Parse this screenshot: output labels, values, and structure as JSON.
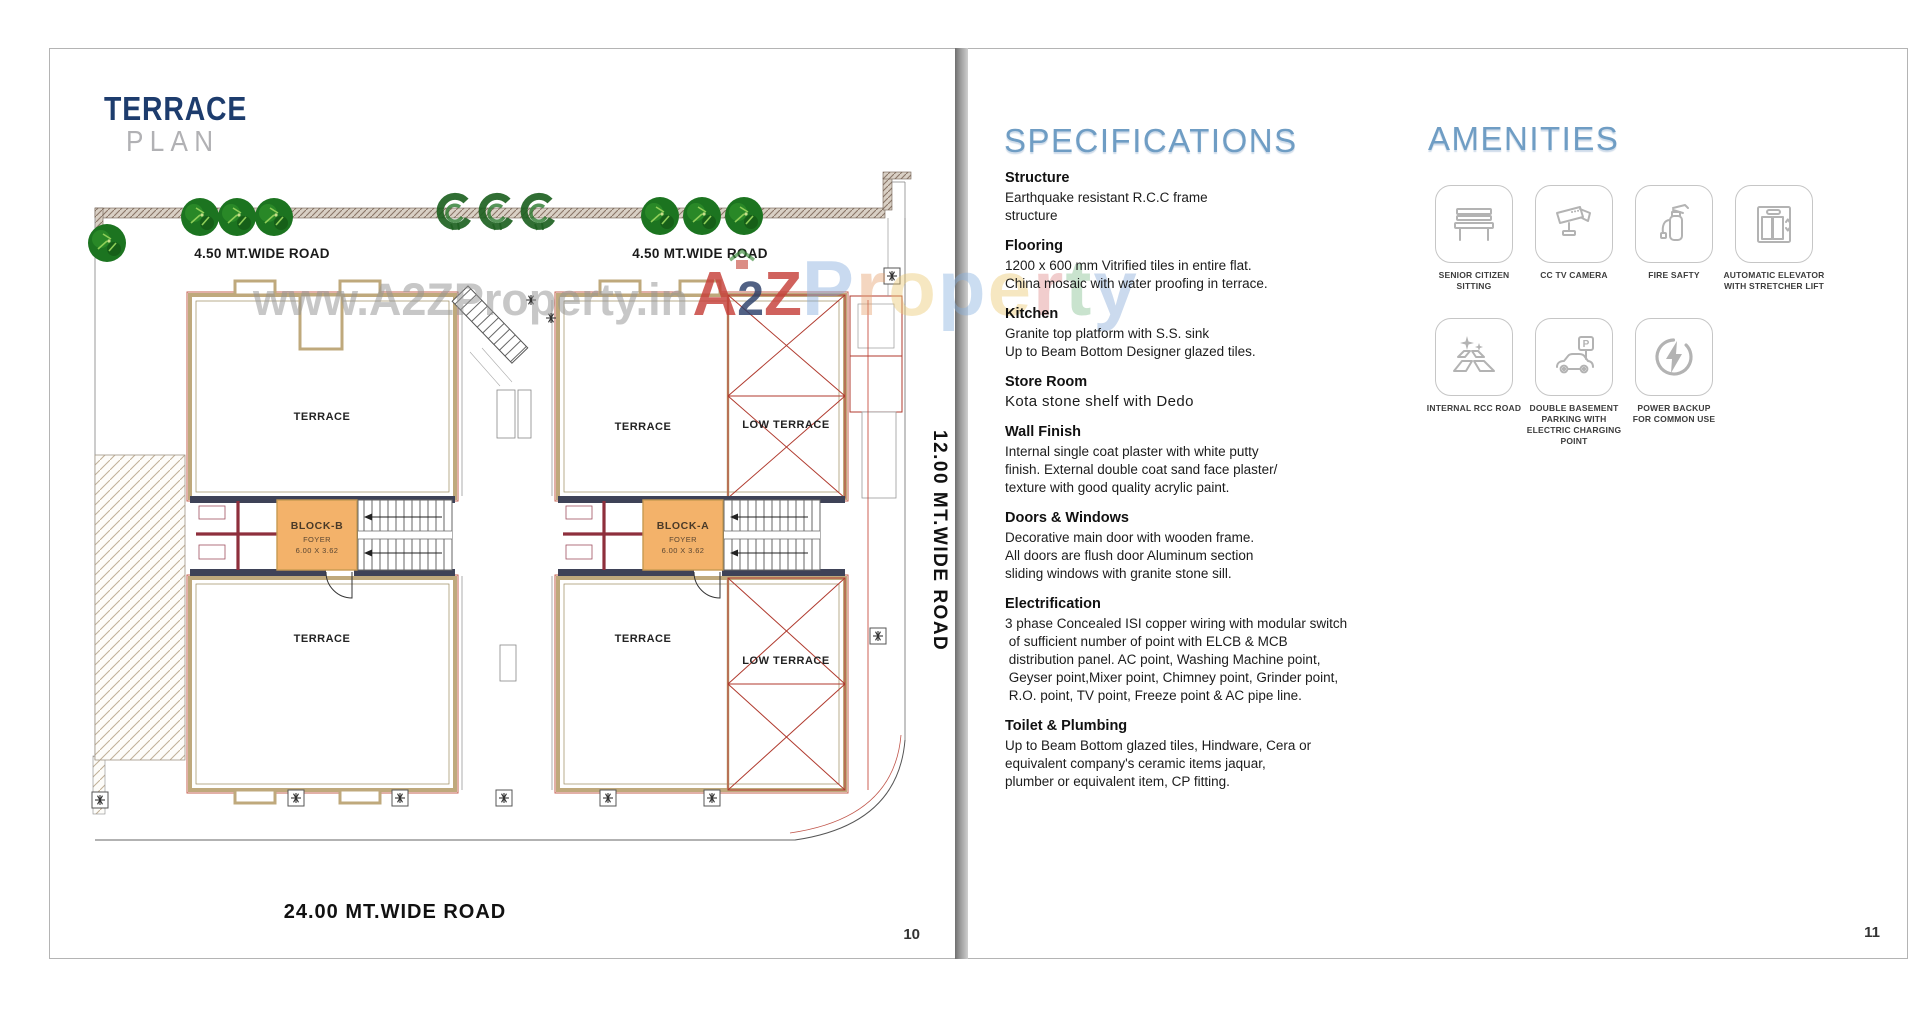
{
  "page_left": {
    "title": {
      "line1": "TERRACE",
      "line2": "PLAN"
    },
    "page_number": "10",
    "plan": {
      "road_top_left": "4.50 MT.WIDE ROAD",
      "road_top_right": "4.50 MT.WIDE ROAD",
      "road_right": "12.00 MT.WIDE ROAD",
      "road_bottom": "24.00 MT.WIDE ROAD",
      "terrace_label": "TERRACE",
      "low_terrace_label": "LOW TERRACE",
      "block_b": {
        "name": "BLOCK-B",
        "room": "FOYER",
        "size": "6.00 X 3.62"
      },
      "block_a": {
        "name": "BLOCK-A",
        "room": "FOYER",
        "size": "6.00 X 3.62"
      }
    }
  },
  "watermark": {
    "url_text": "www.A2ZProperty.in",
    "a2z": {
      "a": "A",
      "two": "2",
      "z": "Z"
    },
    "property": [
      "P",
      "r",
      "o",
      "p",
      "e",
      "r",
      "t",
      "y"
    ]
  },
  "page_right": {
    "page_number": "11",
    "specifications": {
      "heading": "SPECIFICATIONS",
      "sections": [
        {
          "title": "Structure",
          "body": "Earthquake resistant R.C.C frame\nstructure"
        },
        {
          "title": "Flooring",
          "body": "1200 x 600 mm Vitrified tiles in entire flat.\nChina mosaic with water proofing in terrace."
        },
        {
          "title": "Kitchen",
          "body": "Granite top platform with S.S. sink\nUp to Beam Bottom Designer glazed tiles."
        },
        {
          "title": "Store Room",
          "body": "Kota stone shelf with Dedo"
        },
        {
          "title": "Wall Finish",
          "body": "Internal single coat plaster with white putty\nfinish. External double coat sand face plaster/\ntexture with good quality acrylic paint."
        },
        {
          "title": "Doors & Windows",
          "body": "Decorative main door with wooden frame.\nAll doors are flush door Aluminum section\nsliding windows with granite stone sill."
        },
        {
          "title": "Electrification",
          "body": "3 phase Concealed ISI copper wiring with modular switch\n of sufficient number of point with ELCB & MCB\n distribution panel. AC point, Washing Machine point,\n Geyser point,Mixer point, Chimney point, Grinder point,\n R.O. point, TV point, Freeze point & AC pipe line."
        },
        {
          "title": "Toilet & Plumbing",
          "body": "Up to Beam Bottom glazed tiles, Hindware, Cera or\nequivalent company's ceramic items jaquar,\nplumber or equivalent item, CP fitting."
        }
      ]
    },
    "amenities": {
      "heading": "AMENITIES",
      "items": [
        {
          "icon": "bench-icon",
          "label": "SENIOR CITIZEN SITTING"
        },
        {
          "icon": "cctv-camera-icon",
          "label": "CC TV CAMERA"
        },
        {
          "icon": "fire-extinguisher-icon",
          "label": "FIRE SAFTY"
        },
        {
          "icon": "elevator-icon",
          "label": "AUTOMATIC ELEVATOR\nWITH STRETCHER LIFT"
        },
        {
          "icon": "rcc-road-icon",
          "label": "INTERNAL RCC ROAD"
        },
        {
          "icon": "parking-icon",
          "label": "DOUBLE BASEMENT\nPARKING WITH\nELECTRIC CHARGING POINT"
        },
        {
          "icon": "power-backup-icon",
          "label": "POWER BACKUP\nFOR COMMON USE"
        }
      ]
    }
  },
  "colors": {
    "title_navy": "#1d3c6d",
    "title_gray": "#b1b1b4",
    "section_heading_blue": "#6f9dc4",
    "foyer_orange": "#f3b26a",
    "wall_tan": "#bfa97c",
    "wall_navy": "#3e4257",
    "accent_red": "#b03a2e",
    "maroon": "#8e2f3c",
    "tree_green": "#1c7420"
  }
}
